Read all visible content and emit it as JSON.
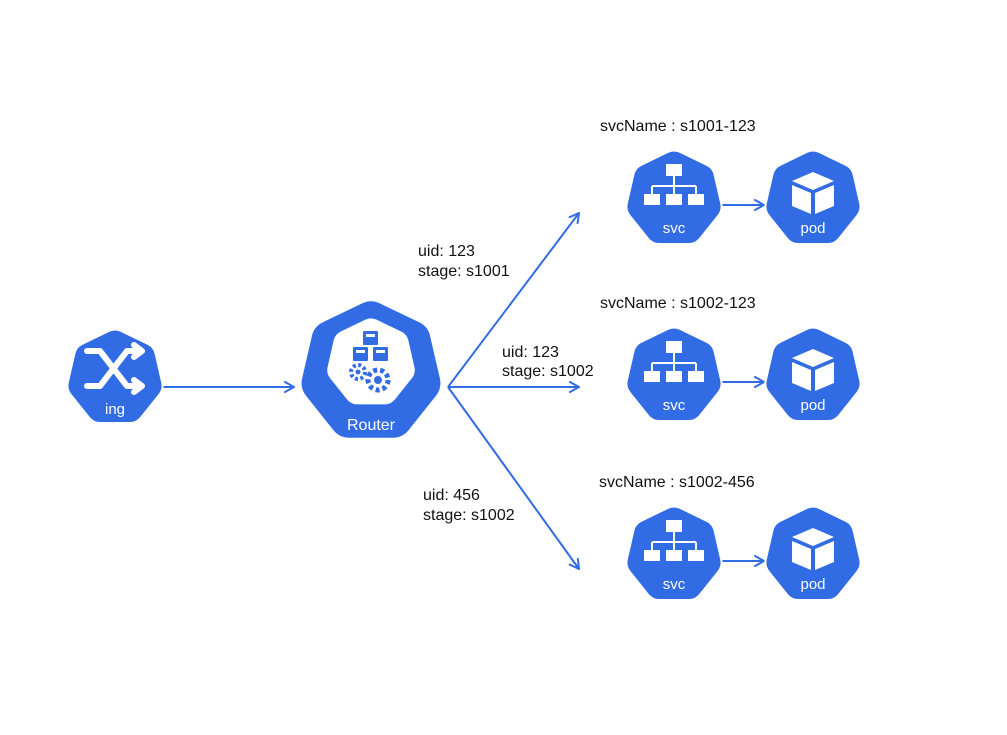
{
  "colors": {
    "node": "#326ce5",
    "edge": "#326ce5",
    "icon": "#ffffff",
    "text": "#111111"
  },
  "ingress": {
    "label": "ing",
    "icon": "shuffle-icon"
  },
  "router": {
    "label": "Router",
    "icon": "cubes-gears-icon"
  },
  "routes": [
    {
      "uid": "uid: 123",
      "stage": "stage: s1001",
      "svc_name": "svcName : s1001-123",
      "svc_label": "svc",
      "pod_label": "pod"
    },
    {
      "uid": "uid: 123",
      "stage": "stage: s1002",
      "svc_name": "svcName : s1002-123",
      "svc_label": "svc",
      "pod_label": "pod"
    },
    {
      "uid": "uid: 456",
      "stage": "stage: s1002",
      "svc_name": "svcName : s1002-456",
      "svc_label": "svc",
      "pod_label": "pod"
    }
  ]
}
